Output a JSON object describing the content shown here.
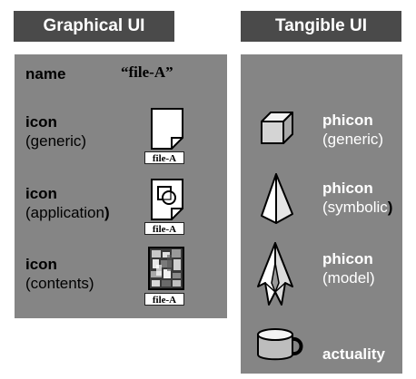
{
  "gui": {
    "title": "Graphical UI",
    "name_label": "name",
    "name_value": "“file-A”",
    "rows": [
      {
        "title": "icon",
        "sub": "(generic)",
        "caption": "file-A",
        "icon": "generic-document-icon"
      },
      {
        "title": "icon",
        "sub_pre": "(application",
        "sub_post": ")",
        "caption": "file-A",
        "icon": "application-document-icon"
      },
      {
        "title": "icon",
        "sub": "(contents)",
        "caption": "file-A",
        "icon": "contents-thumbnail-icon"
      }
    ]
  },
  "tui": {
    "title": "Tangible UI",
    "rows": [
      {
        "title": "phicon",
        "sub": "(generic)",
        "icon": "cube-icon"
      },
      {
        "title": "phicon",
        "sub_pre": "(symbolic",
        "sub_post": ")",
        "icon": "pyramid-icon"
      },
      {
        "title": "phicon",
        "sub": "(model)",
        "icon": "building-model-icon"
      },
      {
        "title": "actuality",
        "icon": "cup-icon"
      }
    ]
  },
  "colors": {
    "header_bg": "#4a4a4a",
    "panel_bg": "#858585",
    "text_dark": "#000000",
    "text_light": "#ffffff"
  }
}
